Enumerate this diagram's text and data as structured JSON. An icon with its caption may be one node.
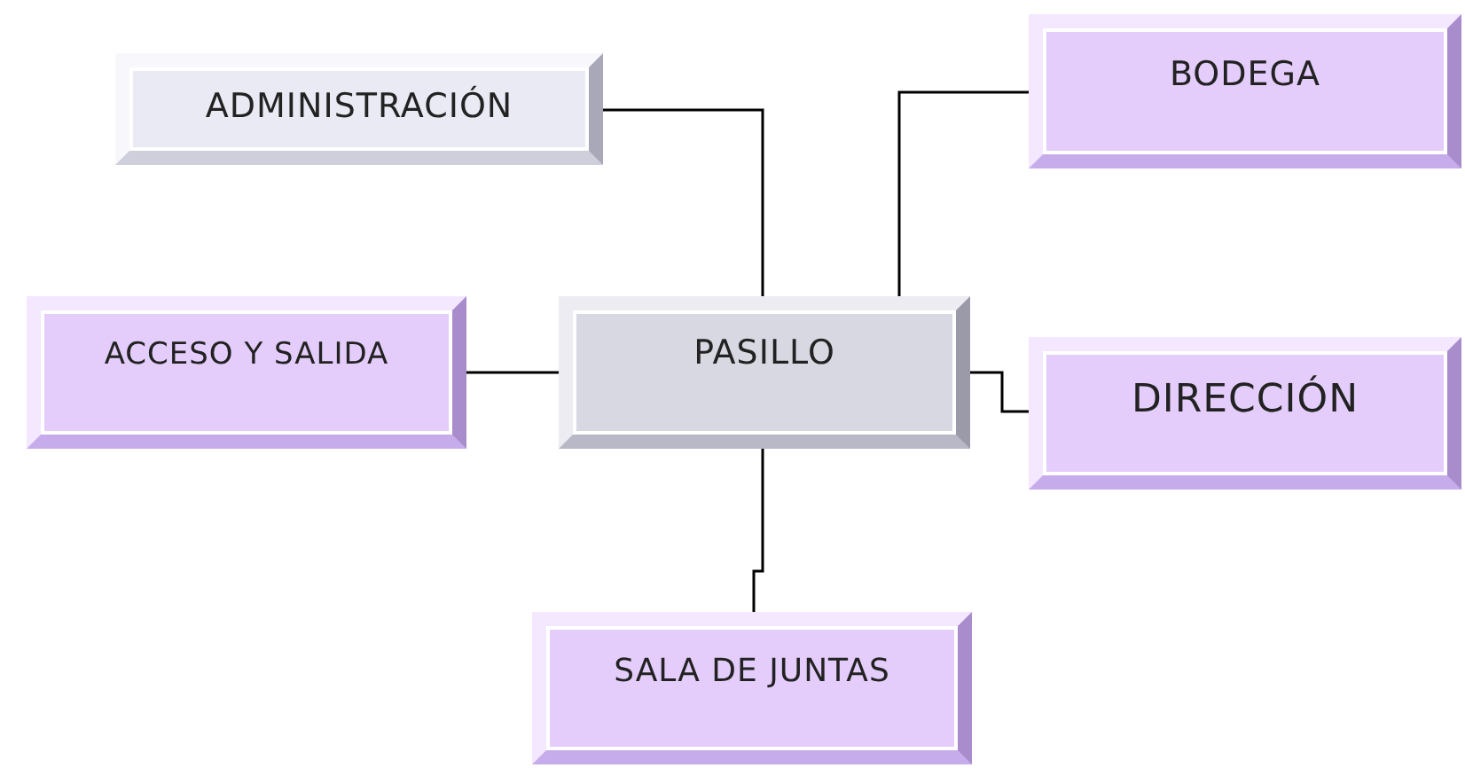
{
  "diagram": {
    "nodes": [
      {
        "text": [
          "ADMINISTRACIÓN"
        ]
      },
      {
        "text": [
          "BODEGA"
        ]
      },
      {
        "text": [
          "ACCESO Y SALIDA"
        ]
      },
      {
        "text": [
          "PASILLO"
        ]
      },
      {
        "text": [
          "DIRECCIÓN"
        ]
      },
      {
        "text": [
          "SALA DE JUNTAS"
        ]
      }
    ],
    "edges": [
      {
        "from": 0,
        "to": 3,
        "arrow": "none"
      },
      {
        "from": 1,
        "to": 3,
        "arrow": "none"
      },
      {
        "from": 2,
        "to": 3,
        "arrow": "none"
      },
      {
        "from": 3,
        "to": 4,
        "arrow": "none"
      },
      {
        "from": 3,
        "to": 5,
        "arrow": "none"
      }
    ]
  }
}
